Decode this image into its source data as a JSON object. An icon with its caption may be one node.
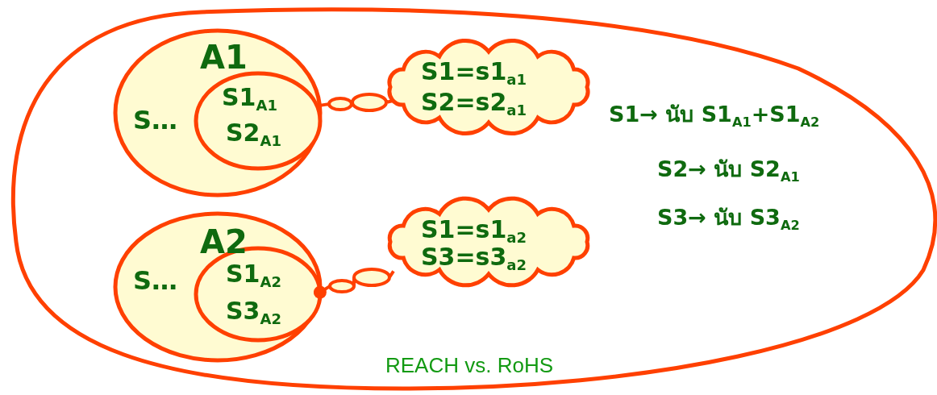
{
  "diagram": {
    "caption": "REACH vs. RoHS",
    "nodes": [
      {
        "text": [],
        "shape": "oval"
      },
      {
        "text": [
          "A1",
          "S…"
        ],
        "in": 0
      },
      {
        "text": [
          "S1$_{A1}$",
          "S2$_{A1}$"
        ],
        "in": 1
      },
      {
        "text": [
          "S1=s1$_{a1}$",
          "S2=s2$_{a1}$"
        ],
        "in": 0
      },
      {
        "text": [
          "A2",
          "S…"
        ],
        "in": 0
      },
      {
        "text": [
          "S1$_{A2}$",
          "S3$_{A2}$"
        ],
        "in": 4
      },
      {
        "text": [
          "S1=s1$_{a2}$",
          "S3=s3$_{a2}$"
        ],
        "in": 0
      }
    ],
    "edges": [
      {
        "from": 2,
        "to": 3,
        "arrow": "none"
      },
      {
        "from": 5,
        "to": 6,
        "arrow": "other"
      }
    ],
    "labels": [
      "S1→ นับ S1$_{A1}$+S1$_{A2}$",
      "S2→ นับ S2$_{A1}$",
      "S3→ นับ S3$_{A2}$"
    ]
  }
}
